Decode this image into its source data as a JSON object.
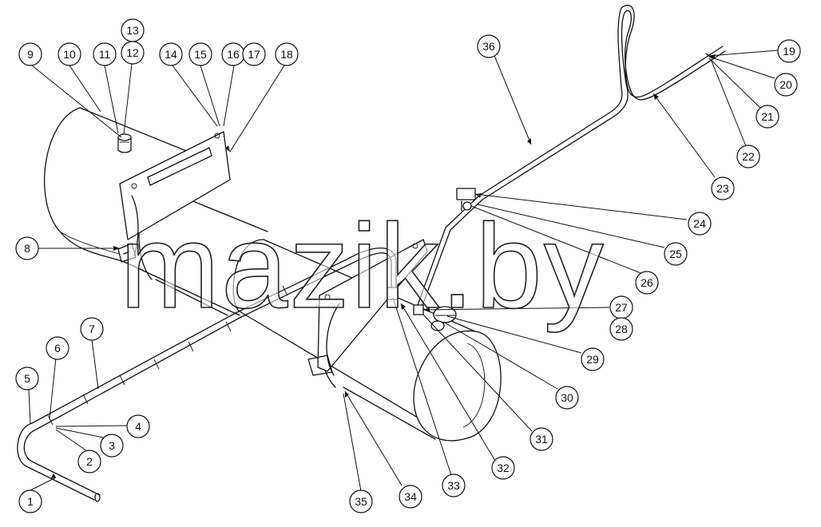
{
  "watermark": "mazik.by",
  "callouts": [
    {
      "id": "1"
    },
    {
      "id": "2"
    },
    {
      "id": "3"
    },
    {
      "id": "4"
    },
    {
      "id": "5"
    },
    {
      "id": "6"
    },
    {
      "id": "7"
    },
    {
      "id": "8"
    },
    {
      "id": "9"
    },
    {
      "id": "10"
    },
    {
      "id": "11"
    },
    {
      "id": "12"
    },
    {
      "id": "13"
    },
    {
      "id": "14"
    },
    {
      "id": "15"
    },
    {
      "id": "16"
    },
    {
      "id": "17"
    },
    {
      "id": "18"
    },
    {
      "id": "19"
    },
    {
      "id": "20"
    },
    {
      "id": "21"
    },
    {
      "id": "22"
    },
    {
      "id": "23"
    },
    {
      "id": "24"
    },
    {
      "id": "25"
    },
    {
      "id": "26"
    },
    {
      "id": "27"
    },
    {
      "id": "28"
    },
    {
      "id": "29"
    },
    {
      "id": "30"
    },
    {
      "id": "31"
    },
    {
      "id": "32"
    },
    {
      "id": "33"
    },
    {
      "id": "34"
    },
    {
      "id": "35"
    },
    {
      "id": "36"
    }
  ]
}
